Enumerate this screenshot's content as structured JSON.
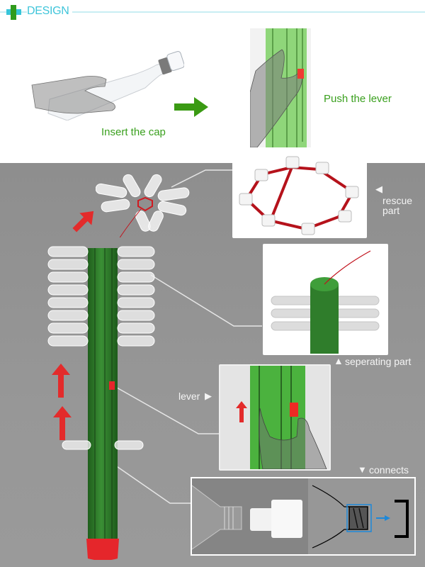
{
  "header": {
    "title": "DESIGN",
    "plus_icon": "plus-cross-icon",
    "colors": {
      "cyan": "#3fc5da",
      "green": "#2f9b1c",
      "line": "#c8eef3"
    }
  },
  "steps": [
    {
      "label": "Insert the cap",
      "illustration": "hand-holding-bottle-with-cap"
    },
    {
      "label": "Push the lever",
      "illustration": "hand-pushing-red-lever-on-green-pole"
    }
  ],
  "step_arrow": {
    "icon": "arrow-right-icon",
    "color": "#3a9a13"
  },
  "callouts": {
    "rescue_part": {
      "marker": "◀",
      "line1": "rescue",
      "line2": "part"
    },
    "seperating_part": {
      "marker": "▲",
      "label": "seperating part"
    },
    "lever": {
      "label": "lever",
      "marker": "▶"
    },
    "connects": {
      "marker": "▼",
      "label": "connects"
    }
  },
  "colors": {
    "panel_bg": "#959595",
    "pole_green": "#2e7d2a",
    "lever_red": "#e5262b",
    "rope_red": "#c1121c",
    "connector_blue": "#1e88d8",
    "label_green": "#3aa01e"
  }
}
